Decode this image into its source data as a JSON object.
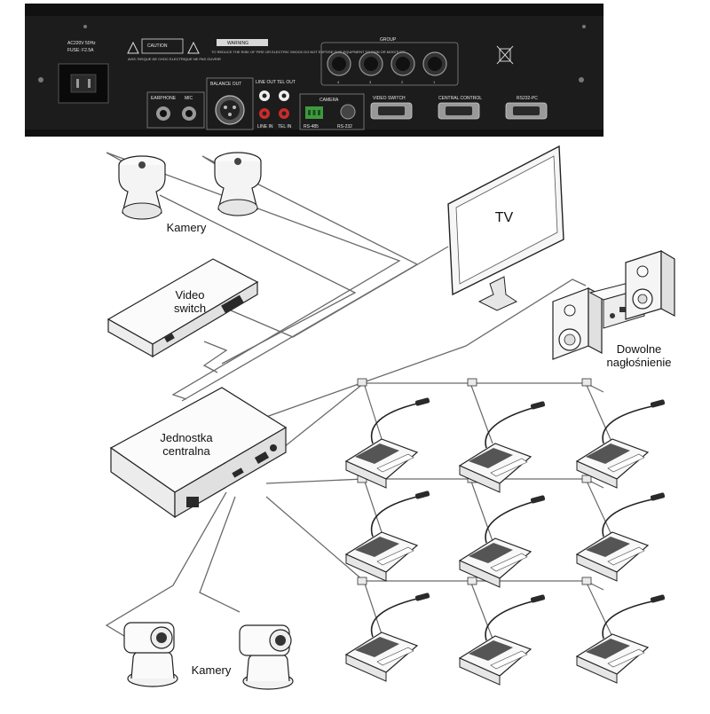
{
  "rear_panel": {
    "power_label": "AC220V 50Hz",
    "fuse_label": "FUSE: F2.5A",
    "caution_title": "CAUTION",
    "caution_text": "AVIS: RISQUE DE CHOC ELECTRIQUE NE PAS OUVRIR",
    "warning_title": "WARNING",
    "warning_text": "TO REDUCE THE RISK OF FIRE OR ELECTRIC SHOCK DO NOT EXPOSE THIS EQUIPMENT TO RAIN OR MOISTURE",
    "group_label": "GROUP",
    "group_numbers": [
      "4",
      "3",
      "2",
      "1"
    ],
    "earphone_label": "EARPHONE",
    "mic_label": "MIC",
    "balance_out_label": "BALANCE OUT",
    "line_out_label": "LINE OUT",
    "tel_out_label": "TEL OUT",
    "line_in_label": "LINE IN",
    "tel_in_label": "TEL IN",
    "camera_label": "CAMERA",
    "rs485_label": "RS-485",
    "rs232_label": "RS-232",
    "video_switch_label": "VIDEO SWITCH",
    "central_control_label": "CENTRAL CONTROL",
    "rs232pc_label": "RS232-PC"
  },
  "labels": {
    "cameras_top": "Kamery",
    "video_switch": "Video switch",
    "tv": "TV",
    "speakers": "Dowolne nagłośnienie",
    "central_unit": "Jednostka centralna",
    "cameras_bottom": "Kamery"
  },
  "colors": {
    "panel": "#1c1c1c",
    "panel_text": "#e6e6e6",
    "line": "#6a6a6a",
    "device_fill": "#f7f7f7",
    "device_dark": "#2a2a2a"
  }
}
